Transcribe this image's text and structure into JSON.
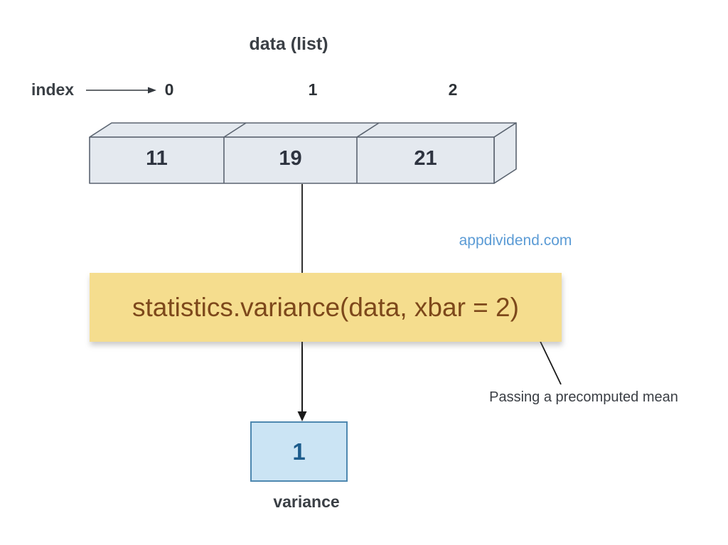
{
  "diagram": {
    "title": "data (list)",
    "index_label": "index",
    "indices": [
      "0",
      "1",
      "2"
    ],
    "array_values": [
      "11",
      "19",
      "21"
    ],
    "watermark": "appdividend.com",
    "function_call": "statistics.variance(data, xbar = 2)",
    "annotation": "Passing a precomputed mean",
    "result_value": "1",
    "result_label": "variance",
    "colors": {
      "array_fill": "#e4e9ef",
      "array_border": "#5b6470",
      "function_box_fill": "#f5dd8e",
      "function_text": "#7d481b",
      "result_box_fill": "#cbe4f4",
      "result_box_border": "#4e88b0",
      "result_text": "#1d5c8c",
      "watermark_text": "#5b9bd5",
      "label_text": "#3a3f45",
      "arrow_stroke": "#1a1a1a"
    }
  }
}
